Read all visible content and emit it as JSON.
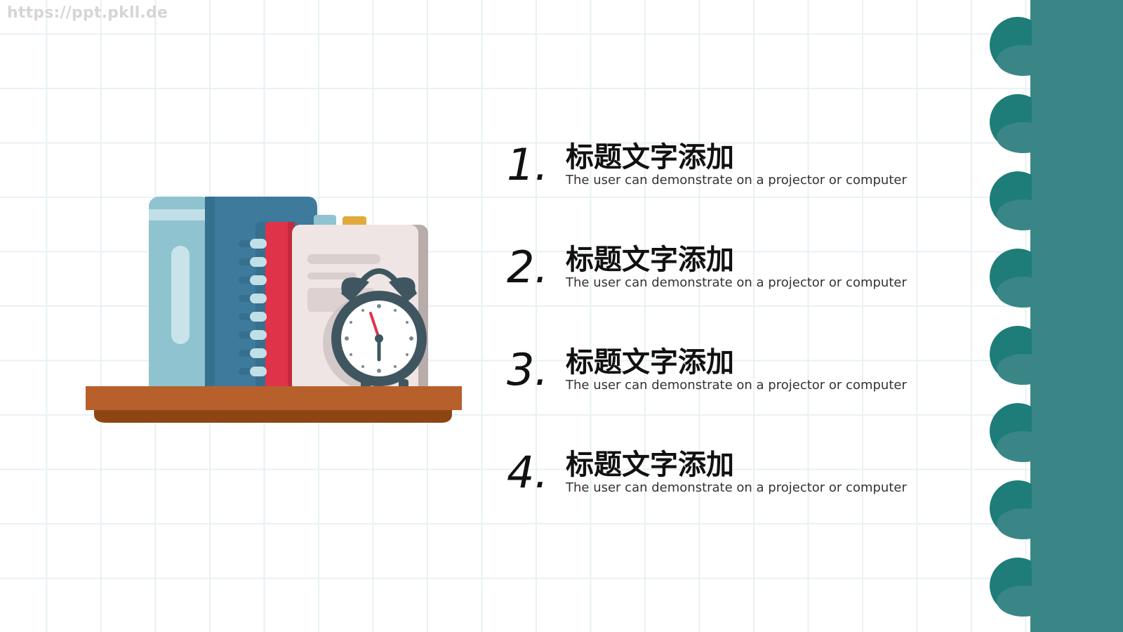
{
  "watermark": "https://ppt.pkll.de",
  "items": [
    {
      "number": "1.",
      "title": "标题文字添加",
      "subtitle": "The user can demonstrate on a projector or computer"
    },
    {
      "number": "2.",
      "title": "标题文字添加",
      "subtitle": "The user can demonstrate on a projector or computer"
    },
    {
      "number": "3.",
      "title": "标题文字添加",
      "subtitle": "The user can demonstrate on a projector or computer"
    },
    {
      "number": "4.",
      "title": "标题文字添加",
      "subtitle": "The user can demonstrate on a projector or computer"
    }
  ],
  "illustration": {
    "icons": [
      "book-shelf-icon",
      "alarm-clock-icon",
      "notebook-icon"
    ]
  },
  "colors": {
    "accent_teal": "#3a8686",
    "ring_teal": "#1e7d78",
    "shelf_brown": "#b8602c",
    "notebook_red": "#e0334a",
    "book_blue": "#3d7a9c",
    "book_light": "#8ec3cf"
  }
}
